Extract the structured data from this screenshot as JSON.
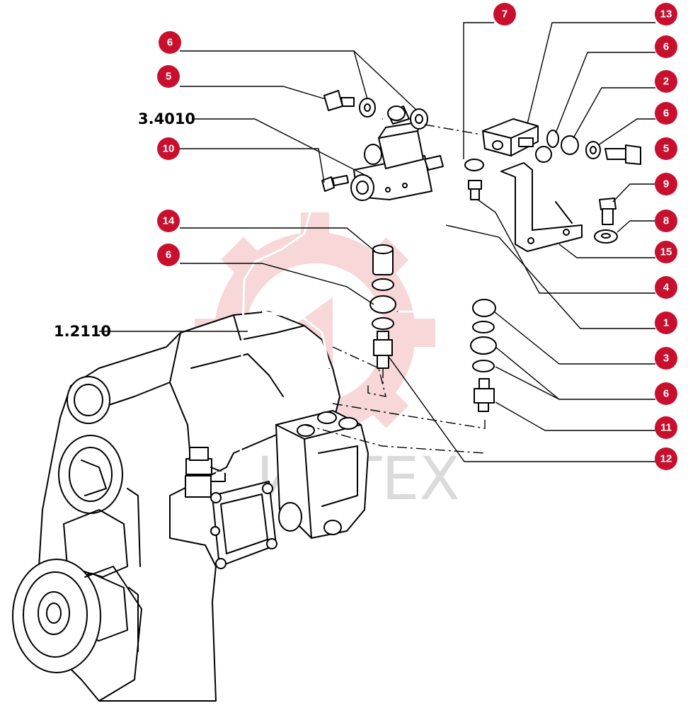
{
  "colors": {
    "callout_fill": "#c8102e",
    "callout_text": "#ffffff",
    "line": "#000000",
    "watermark": "#f2b8b8"
  },
  "watermark": {
    "text": "ИНТЕХ"
  },
  "reference_labels": {
    "assembly_3_4010": "3.4010",
    "assembly_1_2110": "1.2110"
  },
  "callouts": {
    "c6a": "6",
    "c5a": "5",
    "c10": "10",
    "c14": "14",
    "c6b": "6",
    "c7": "7",
    "c13": "13",
    "c6c": "6",
    "c2": "2",
    "c6d": "6",
    "c5b": "5",
    "c9": "9",
    "c8": "8",
    "c15": "15",
    "c4": "4",
    "c1": "1",
    "c3": "3",
    "c6e": "6",
    "c11": "11",
    "c12": "12"
  }
}
